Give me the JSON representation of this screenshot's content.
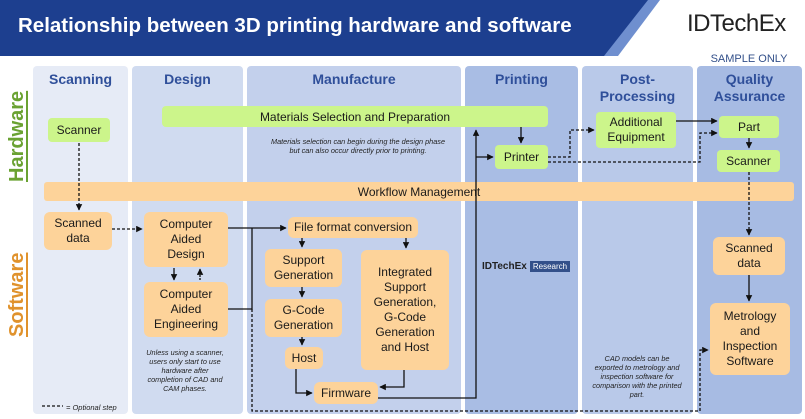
{
  "header": {
    "title": "Relationship between 3D printing hardware and software",
    "logo": "IDTechEx",
    "sample_label": "SAMPLE ONLY"
  },
  "colors": {
    "banner_dark": "#1d3f8f",
    "banner_light": "#6f8fcf",
    "hardware_label": "#6aa232",
    "software_label": "#e0922c",
    "green_box": "#ccf58b",
    "orange_box": "#fdd39a"
  },
  "rows": {
    "hardware": "Hardware",
    "software": "Software"
  },
  "columns": {
    "scanning": "Scanning",
    "design": "Design",
    "manufacture": "Manufacture",
    "printing": "Printing",
    "post_processing": "Post-Processing",
    "quality_assurance": "Quality Assurance"
  },
  "hardware_boxes": {
    "scanner": "Scanner",
    "materials": "Materials Selection and Preparation",
    "printer": "Printer",
    "additional_equipment": "Additional Equipment",
    "part": "Part",
    "qa_scanner": "Scanner"
  },
  "workflow": "Workflow Management",
  "software_boxes": {
    "scanned_data": "Scanned data",
    "cad": "Computer Aided Design",
    "cae": "Computer Aided Engineering",
    "file_format": "File format conversion",
    "support_generation": "Support Generation",
    "gcode_generation": "G-Code Generation",
    "host": "Host",
    "firmware": "Firmware",
    "integrated": "Integrated Support Generation, G-Code Generation and Host",
    "qa_scanned_data": "Scanned data",
    "metrology": "Metrology and Inspection Software"
  },
  "notes": {
    "materials": "Materials selection can begin during the design phase but can also occur directly prior to printing.",
    "scanner": "Unless using a scanner, users only start to use hardware after completion of CAD and CAM phases.",
    "cad_models": "CAD models can be exported to metrology and inspection software for comparison with the printed part.",
    "legend": "= Optional step"
  },
  "watermark": {
    "brand": "IDTechEx",
    "tag": "Research"
  }
}
